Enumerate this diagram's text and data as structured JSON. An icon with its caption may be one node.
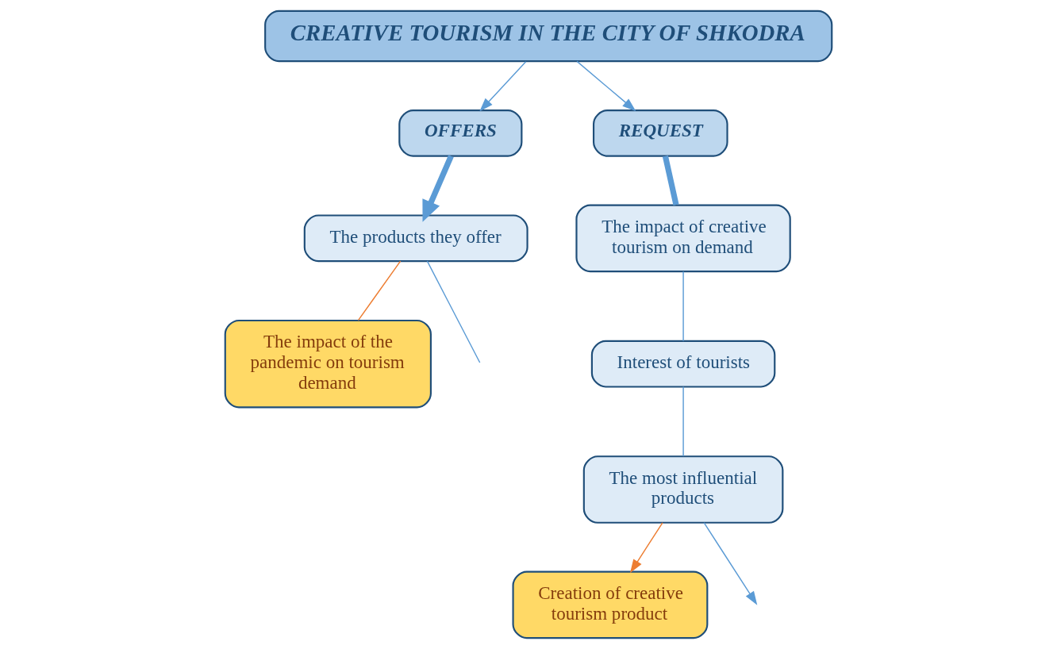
{
  "diagram": {
    "nodes": [
      {
        "text": [
          "CREATIVE TOURISM IN THE CITY OF SHKODRA"
        ]
      },
      {
        "text": [
          "OFFERS"
        ]
      },
      {
        "text": [
          "REQUEST"
        ]
      },
      {
        "text": [
          "The products they offer"
        ]
      },
      {
        "text": [
          "The impact of creative tourism on demand"
        ]
      },
      {
        "text": [
          "Interest of tourists"
        ]
      },
      {
        "text": [
          "The most influential products"
        ]
      },
      {
        "text": [
          "Creation of creative tourism product"
        ]
      },
      {
        "text": [
          "The impact of the pandemic on tourism demand"
        ]
      }
    ],
    "edges": [
      {
        "from": 0,
        "to": 1,
        "arrow": "to"
      },
      {
        "from": 0,
        "to": 2,
        "arrow": "to"
      },
      {
        "from": 1,
        "to": 3,
        "arrow": "to",
        "style": "thick"
      },
      {
        "from": 2,
        "to": 4,
        "arrow": "none",
        "style": "thick"
      },
      {
        "from": 4,
        "to": 5,
        "arrow": "none"
      },
      {
        "from": 5,
        "to": 6,
        "arrow": "none"
      },
      {
        "from": 3,
        "to": null,
        "arrow": "none"
      },
      {
        "from": 3,
        "to": 8,
        "arrow": "none",
        "color": "#ed7d31"
      },
      {
        "from": 6,
        "to": 7,
        "arrow": "to",
        "color": "#ed7d31"
      },
      {
        "from": 6,
        "to": null,
        "arrow": "to"
      }
    ]
  }
}
